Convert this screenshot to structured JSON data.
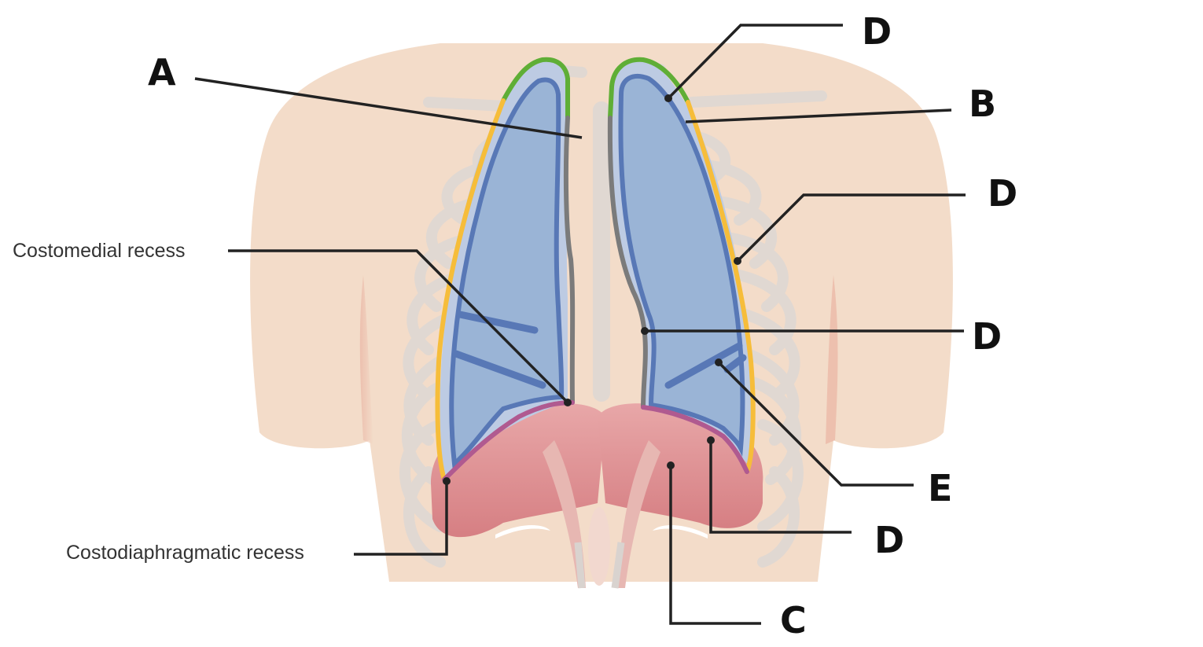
{
  "labels": {
    "a": "A",
    "b": "B",
    "c": "C",
    "d": "D",
    "e": "E",
    "costomedial": "Costomedial recess",
    "costodiaphragmatic": "Costodiaphragmatic recess"
  },
  "colors": {
    "skin": "#f3dcc9",
    "lung_fill": "#9ab4d6",
    "lung_outline": "#5878b6",
    "pleura": "#bdcbe3",
    "cervical_pleura": "#5fae36",
    "costal_pleura": "#f6bd3a",
    "mediastinal_pleura": "#7b7b7b",
    "diaphragmatic_pleura": "#b05a90",
    "diaphragm": "#dc8a8c",
    "ribs": "#e0d8d2"
  }
}
